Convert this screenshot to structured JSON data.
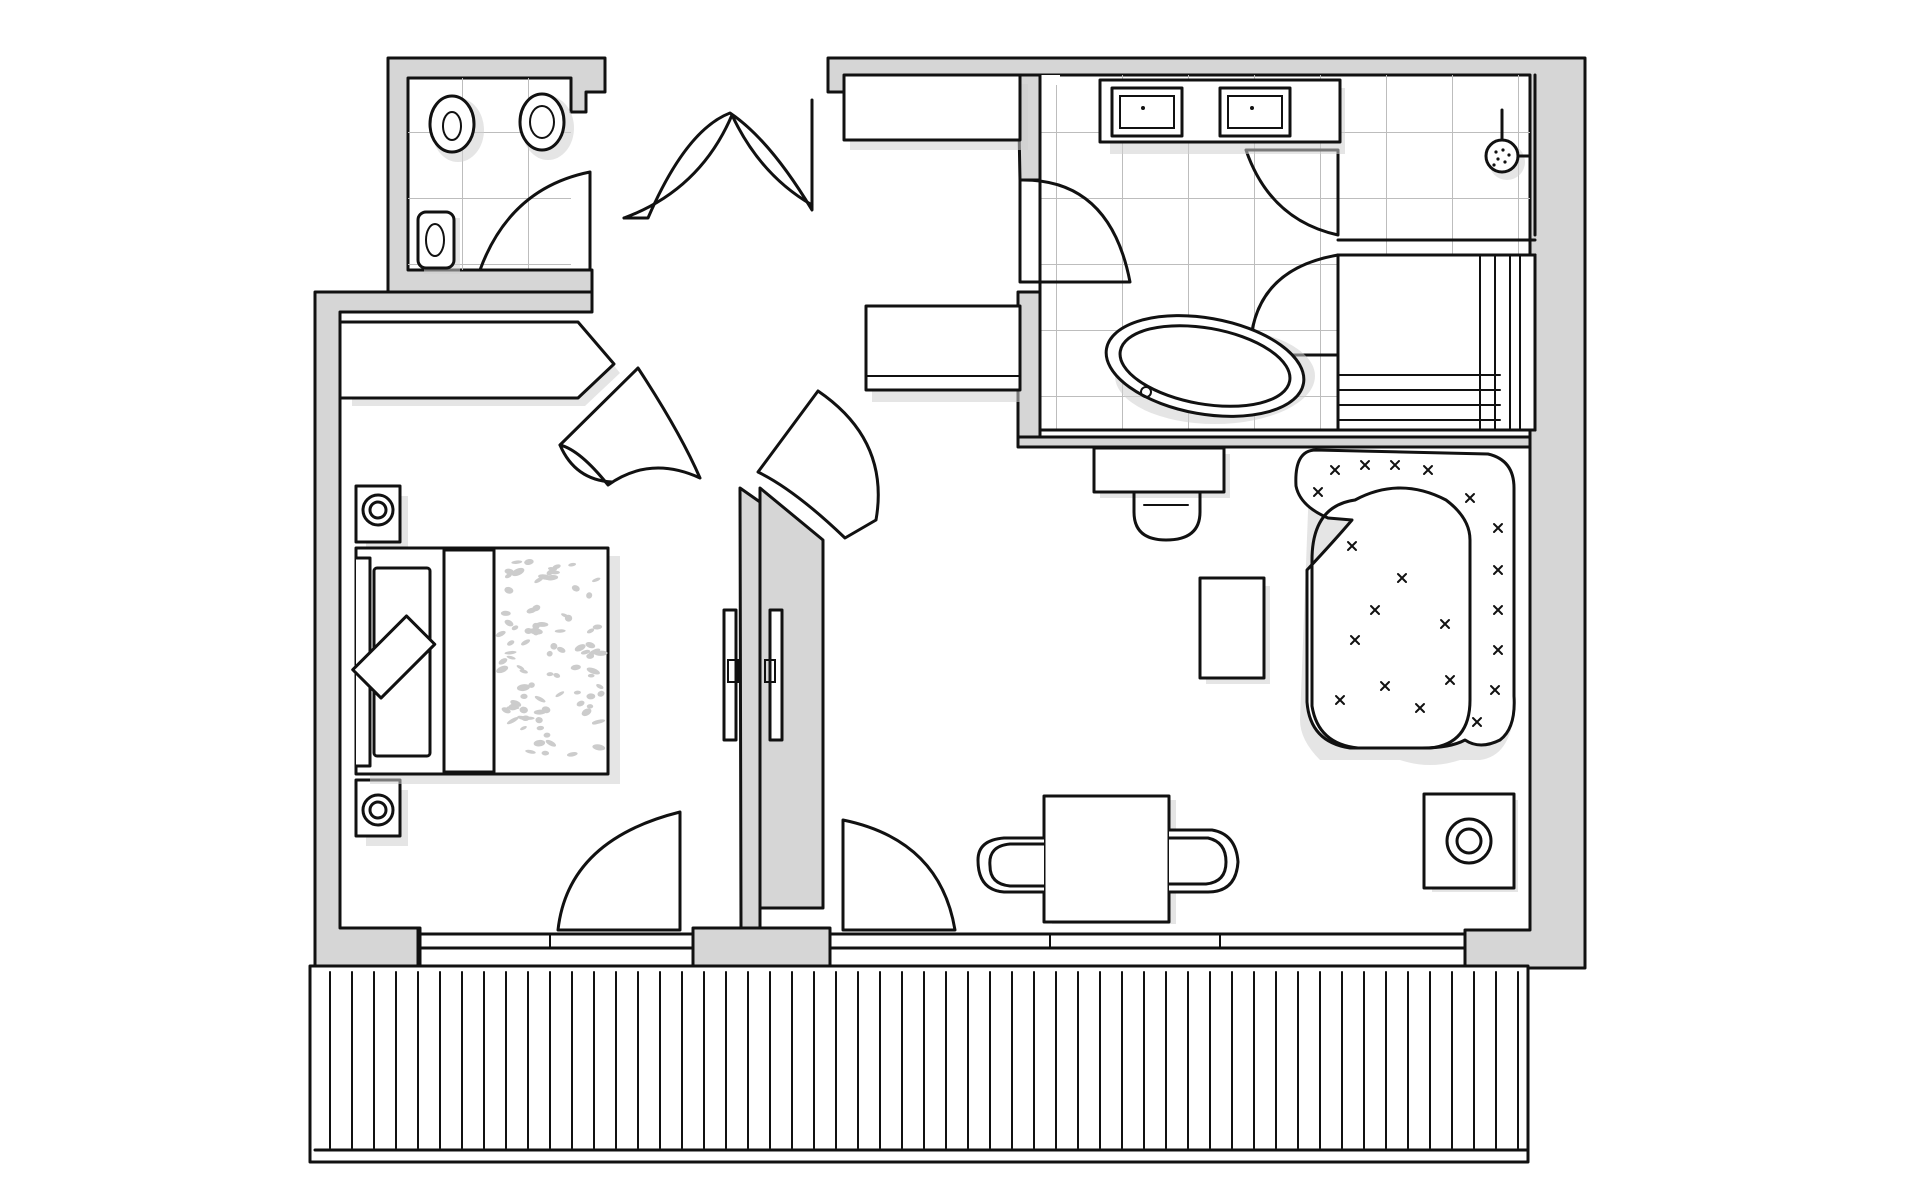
{
  "plan": {
    "units": "px",
    "style": "black and white hand-drawn apartment floor plan",
    "colors": {
      "wall": "#d6d6d6",
      "outline": "#111111",
      "background": "#ffffff",
      "tile": "#bdbdbd",
      "shadow": "#cfcfcf"
    },
    "rooms": [
      "guest-wc",
      "entrance-hall",
      "bedroom",
      "bathroom",
      "shower",
      "sauna",
      "living-room",
      "terrace"
    ],
    "furniture": [
      "toilet-icon",
      "bidet-icon",
      "washbasin-icon",
      "double-vanity-icon",
      "shower-head-icon",
      "bathtub-icon",
      "double-bed-icon",
      "nightstand-lamp-icon",
      "wardrobe-icon",
      "tv-stand-icon",
      "sofa-icon",
      "coffee-table-icon",
      "dining-table-icon",
      "chair-icon",
      "side-table-lamp-icon",
      "sliding-window-icon"
    ]
  }
}
